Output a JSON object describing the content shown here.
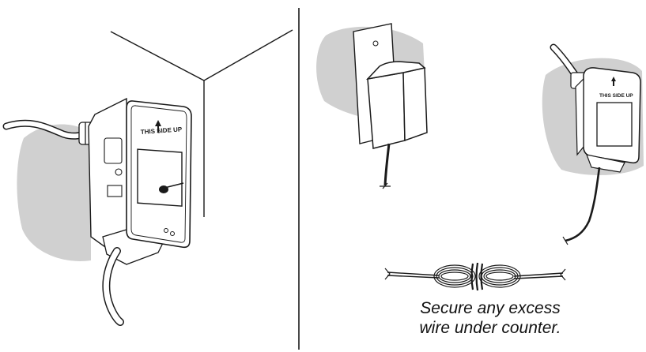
{
  "caption": {
    "line1": "Secure any excess",
    "line2": "wire under counter."
  },
  "panel_labels": {
    "left_box_orientation": "THIS SIDE UP",
    "right_box_orientation": "THIS SIDE UP"
  },
  "colors": {
    "line": "#1a1a1a",
    "wall_shadow": "#d0d0d0",
    "background": "#ffffff"
  }
}
